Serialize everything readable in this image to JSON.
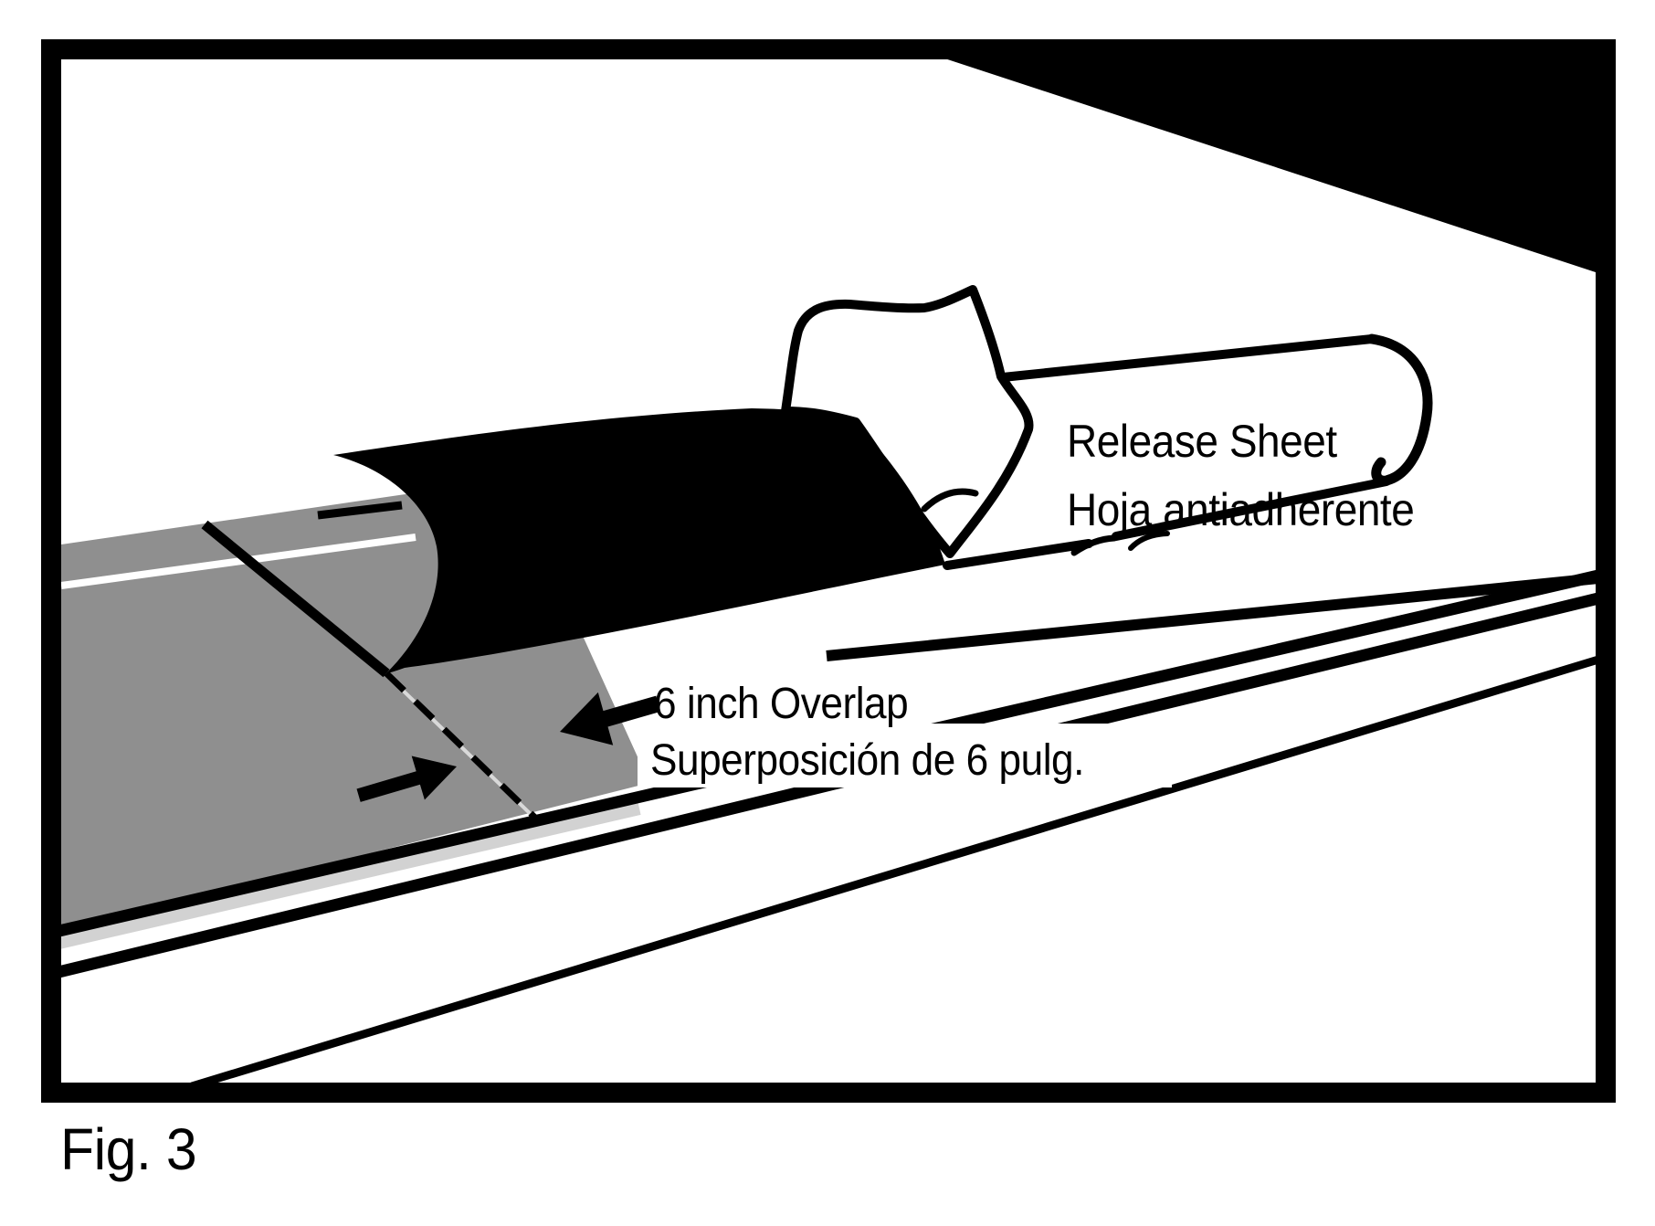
{
  "figure": {
    "caption": "Fig. 3",
    "type": "instructional-diagram",
    "subject": "roofing membrane roll installation with release sheet and overlap"
  },
  "labels": {
    "release_sheet_en": "Release Sheet",
    "release_sheet_es": "Hoja antiadherente",
    "overlap_en": "6 inch Overlap",
    "overlap_es": "Superposición de 6 pulg."
  },
  "colors": {
    "background": "#ffffff",
    "ink": "#000000",
    "membrane_gray": "#8f8f8f",
    "edge_strip_gray": "#d2d2d2",
    "chalk_line": "#d9d9d9"
  }
}
